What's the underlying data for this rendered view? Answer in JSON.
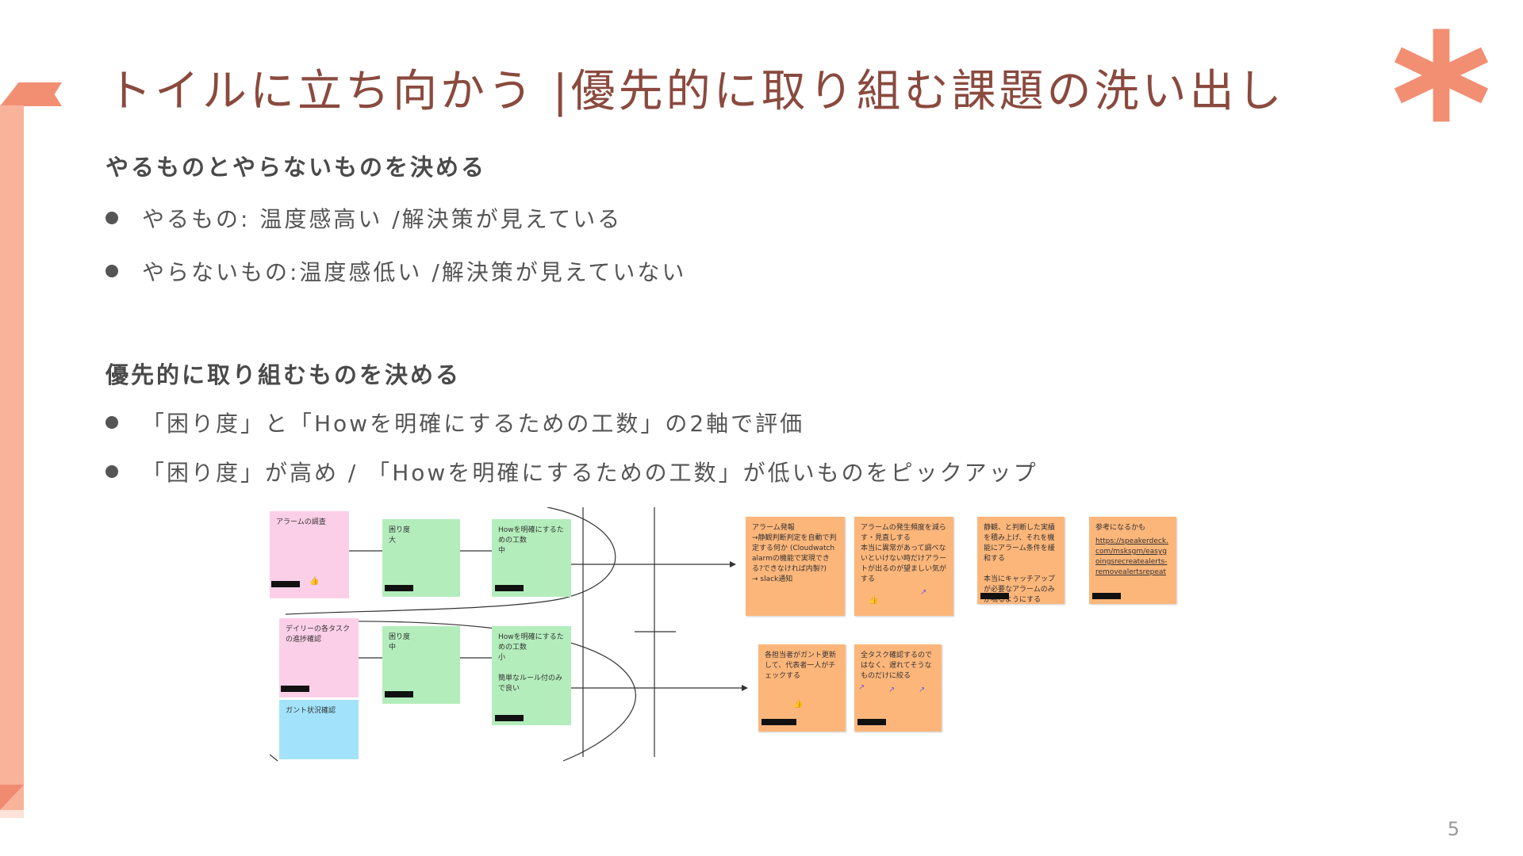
{
  "title": "トイルに立ち向かう |優先的に取り組む課題の洗い出し",
  "section1": {
    "heading": "やるものとやらないものを決める",
    "bullets": [
      "やるもの: 温度感高い /解決策が見えている",
      "やらないもの:温度感低い /解決策が見えていない"
    ]
  },
  "section2": {
    "heading": "優先的に取り組むものを決める",
    "bullets": [
      "「困り度」と「Howを明確にするための工数」の2軸で評価",
      "「困り度」が高め / 「Howを明確にするための工数」が低いものをピックアップ"
    ]
  },
  "board": {
    "row1": {
      "topic": "アラームの調査",
      "trouble": "困り度\n大",
      "cost": "Howを明確にするための工数\n中"
    },
    "row2": {
      "topic": "デイリーの各タスクの進捗確認",
      "trouble": "困り度\n中",
      "cost": "Howを明確にするための工数\n小\n\n簡単なルール付のみで良い",
      "extra": "ガント状況確認"
    },
    "notes_row1": [
      "アラーム発報\n→静観判断判定を自動で判定する何か (Cloudwatch alarmの機能で実現できる?できなければ内製?)\n→ slack通知",
      "アラームの発生頻度を減らす・見直しする\n本当に異常があって調べないといけない時だけアラートが出るのが望ましい気がする",
      "静観、と判断した実績を積み上げ、それを機能にアラーム条件を緩和する\n\n本当にキャッチアップが必要なアラームのみが鳴るようにする"
    ],
    "ref_note": {
      "text": "参考になるかも",
      "link": "https://speakerdeck.com/msksgm/easygoingsrecreatealerts-removealertsrepeat"
    },
    "notes_row2": [
      "各担当者がガント更新して、代表者一人がチェックする",
      "全タスク確認するのではなく、遅れてそうなものだけに絞る"
    ]
  },
  "page_number": "5",
  "colors": {
    "title": "#8a4a3e",
    "accent": "#f28f73",
    "ribbon": "#f9b39a"
  }
}
